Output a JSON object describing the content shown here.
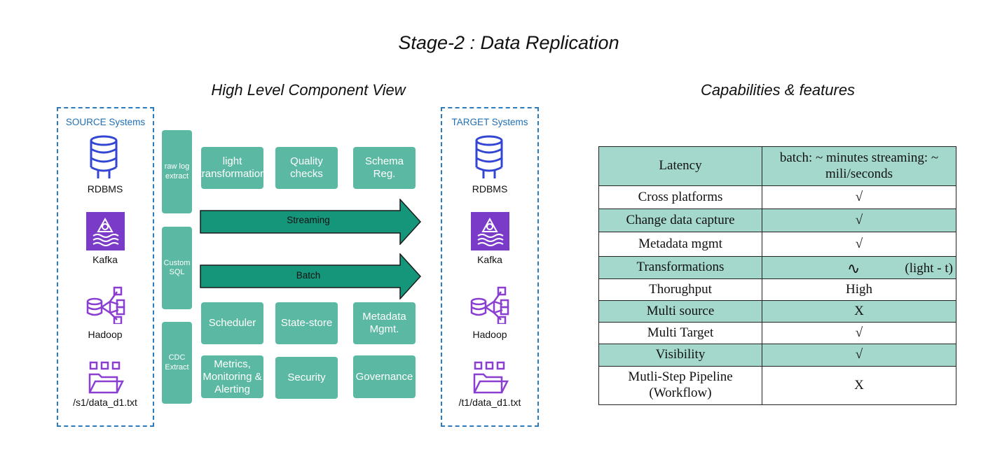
{
  "title": "Stage-2 : Data Replication",
  "left_subtitle": "High Level Component View",
  "right_subtitle": "Capabilities & features",
  "source": {
    "label": "SOURCE Systems",
    "items": [
      "RDBMS",
      "Kafka",
      "Hadoop",
      "/s1/data_d1.txt"
    ]
  },
  "target": {
    "label": "TARGET Systems",
    "items": [
      "RDBMS",
      "Kafka",
      "Hadoop",
      "/t1/data_d1.txt"
    ]
  },
  "extract_methods": [
    "raw log extract",
    "Custom SQL",
    "CDC Extract"
  ],
  "top_components": [
    "light transformation",
    "Quality checks",
    "Schema Reg."
  ],
  "arrows": [
    "Streaming",
    "Batch"
  ],
  "bottom_components": [
    "Scheduler",
    "State-store",
    "Metadata Mgmt.",
    "Metrics, Monitoring & Alerting",
    "Security",
    "Governance"
  ],
  "capabilities": [
    {
      "feature": "Latency",
      "value": "batch: ~ minutes streaming: ~ mili/seconds"
    },
    {
      "feature": "Cross platforms",
      "value": "√"
    },
    {
      "feature": "Change data capture",
      "value": "√"
    },
    {
      "feature": "Metadata mgmt",
      "value": "√"
    },
    {
      "feature": "Transformations",
      "value": "∿",
      "note": "(light - t)"
    },
    {
      "feature": "Thorughput",
      "value": "High"
    },
    {
      "feature": "Multi source",
      "value": "X"
    },
    {
      "feature": "Multi Target",
      "value": "√"
    },
    {
      "feature": "Visibility",
      "value": "√"
    },
    {
      "feature": "Mutli-Step Pipeline (Workflow)",
      "value": "X"
    }
  ],
  "colors": {
    "teal": "#5bb8a3",
    "arrow": "#15967a",
    "row_highlight": "#a4d8cd",
    "dashed_border": "#2b7bbf",
    "rdbms_icon": "#3346d3",
    "kafka_icon": "#7b3bc9",
    "hadoop_icon": "#8a3fd1"
  },
  "icons": [
    "database-icon",
    "kafka-stream-icon",
    "hadoop-node-icon",
    "folder-chip-icon"
  ]
}
